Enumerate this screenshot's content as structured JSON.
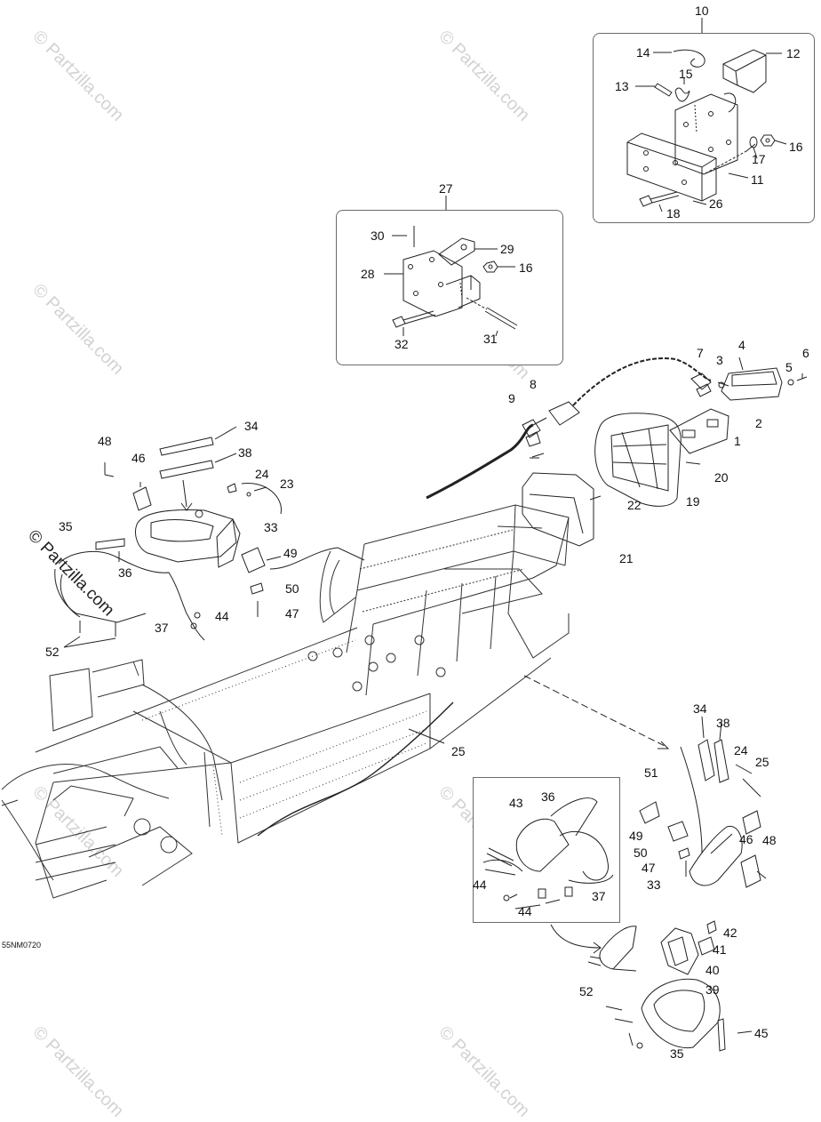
{
  "diagram": {
    "code": "55NM0720",
    "brand_mark": "© Partzilla.com",
    "watermark_text": "© Partzilla.com",
    "insets": {
      "hitch_kit": {
        "callout": "10"
      },
      "bracket_kit": {
        "callout": "27"
      }
    },
    "callouts": {
      "c10": "10",
      "c14": "14",
      "c12": "12",
      "c15": "15",
      "c13": "13",
      "c16a": "16",
      "c17": "17",
      "c11": "11",
      "c26": "26",
      "c18": "18",
      "c27": "27",
      "c30": "30",
      "c29": "29",
      "c28": "28",
      "c16b": "16",
      "c32": "32",
      "c31": "31",
      "c7": "7",
      "c4": "4",
      "c6": "6",
      "c3": "3",
      "c5": "5",
      "c8": "8",
      "c9": "9",
      "c2": "2",
      "c1": "1",
      "c20": "20",
      "c19": "19",
      "c22": "22",
      "c21": "21",
      "c48a": "48",
      "c46a": "46",
      "c34a": "34",
      "c38a": "38",
      "c24a": "24",
      "c23": "23",
      "c33a": "33",
      "c49a": "49",
      "c50a": "50",
      "c47a": "47",
      "c35a": "35",
      "c36a": "36",
      "c44a": "44",
      "c37a": "37",
      "c52a": "52",
      "c25a": "25",
      "c34b": "34",
      "c38b": "38",
      "c24b": "24",
      "c25b": "25",
      "c51": "51",
      "c43": "43",
      "c36b": "36",
      "c49b": "49",
      "c50b": "50",
      "c47b": "47",
      "c46b": "46",
      "c48b": "48",
      "c33b": "33",
      "c44b": "44",
      "c44c": "44",
      "c37b": "37",
      "c42": "42",
      "c41": "41",
      "c40": "40",
      "c39": "39",
      "c52b": "52",
      "c45": "45",
      "c35b": "35"
    },
    "colors": {
      "line": "#222222",
      "frame": "#6a6a6a",
      "watermark": "#d2d2d2"
    }
  }
}
